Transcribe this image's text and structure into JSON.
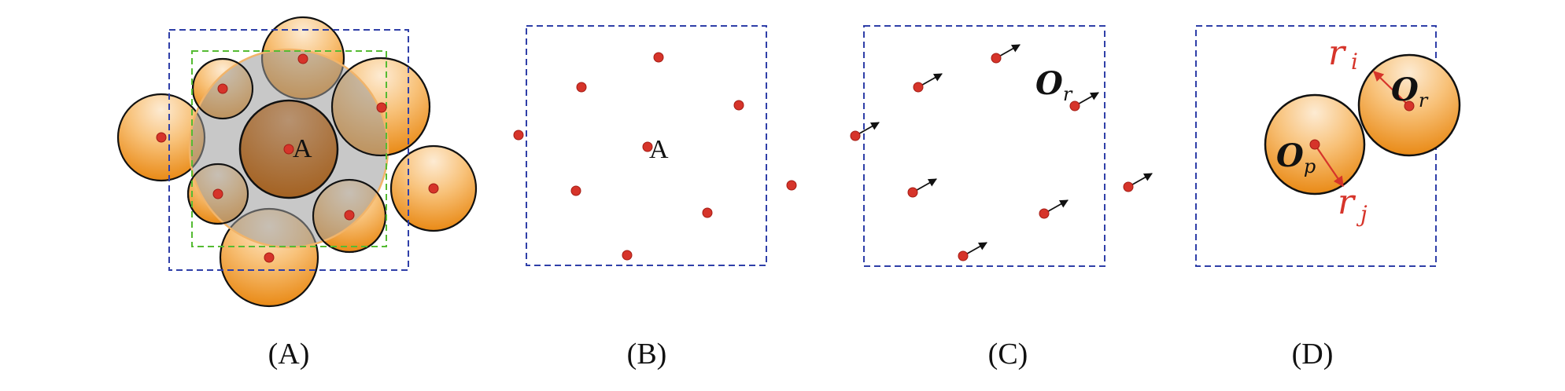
{
  "colors": {
    "frame_blue": "#2f3fa8",
    "frame_green": "#55bb33",
    "center_red": "#d6342a",
    "orange_light": "#fbe0c0",
    "orange_dark": "#e88a1a",
    "gray_fill": "#b8b8b8",
    "arrow": "#111111"
  },
  "panels": {
    "A": {
      "caption": "(A)",
      "center_label": "A"
    },
    "B": {
      "caption": "(B)",
      "center_label": "A"
    },
    "C": {
      "caption": "(C)",
      "label_O": "O",
      "label_O_sub": "r"
    },
    "D": {
      "caption": "(D)",
      "label_Or": "O",
      "label_Or_sub": "r",
      "label_Op": "O",
      "label_Op_sub": "p",
      "label_ri": "r",
      "label_ri_sub": "i",
      "label_rj": "r",
      "label_rj_sub": "j"
    }
  }
}
